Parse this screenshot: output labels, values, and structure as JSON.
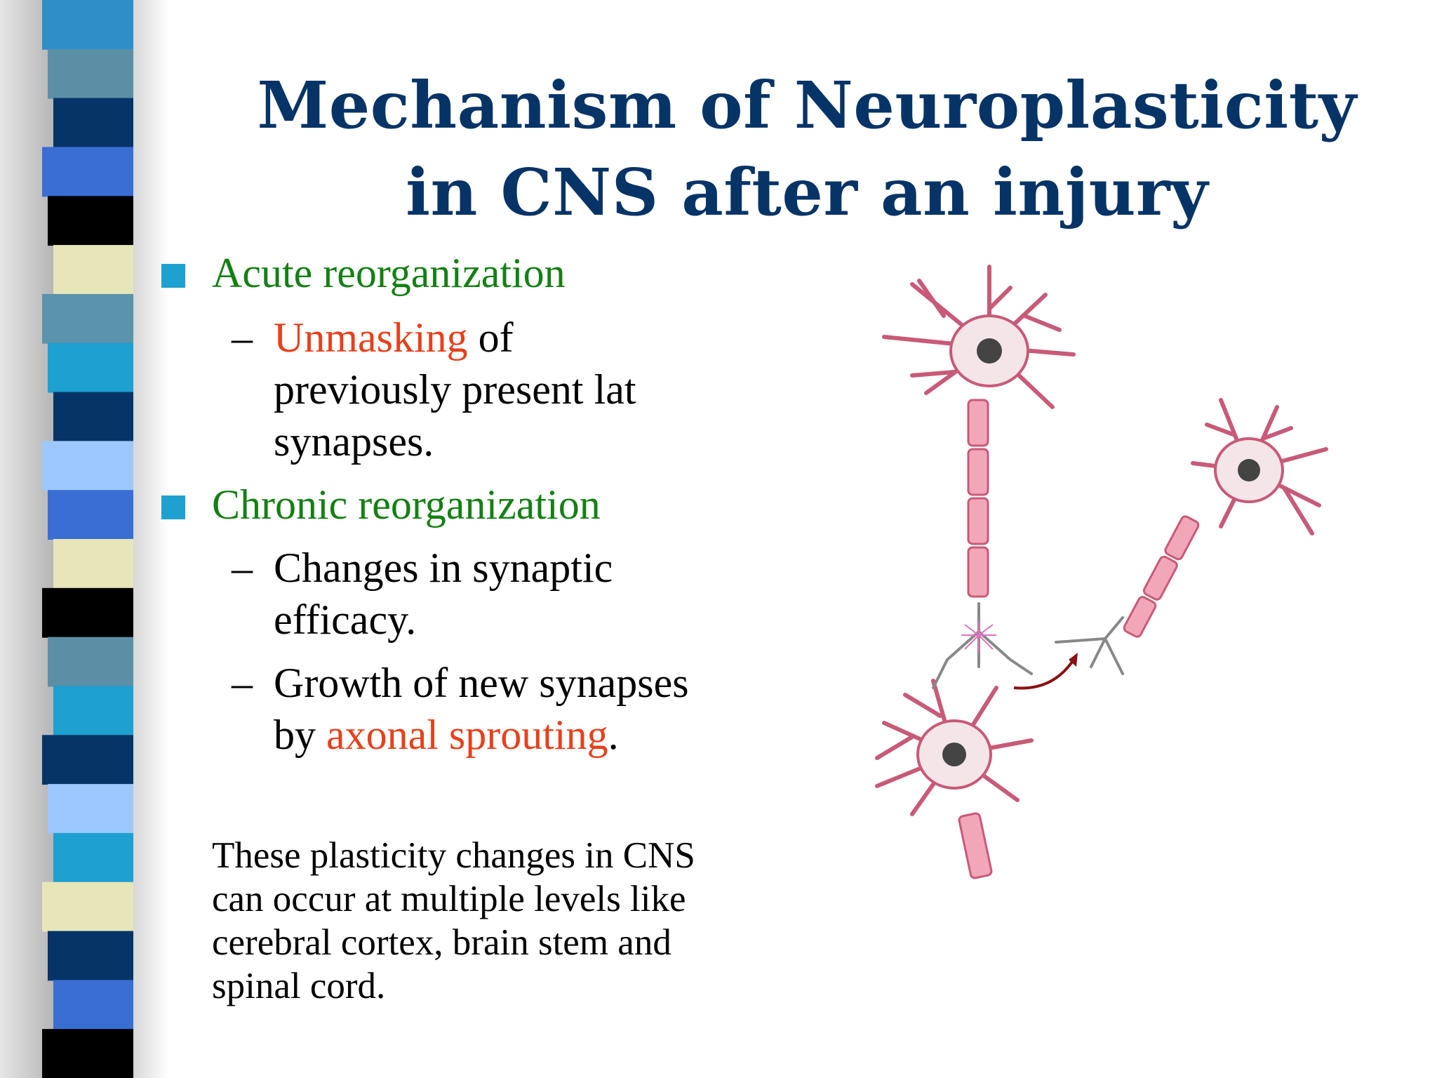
{
  "title": {
    "line1": "Mechanism of Neuroplasticity",
    "line2": "in CNS after an injury"
  },
  "bullets": [
    {
      "label": "Acute reorganization",
      "subs": [
        {
          "dash": "–",
          "red": "Unmasking",
          "rest": " of",
          "line2": "previously present lat",
          "line3": "synapses."
        }
      ]
    },
    {
      "label": "Chronic reorganization",
      "subs": [
        {
          "dash": "–",
          "line1": "Changes in synaptic",
          "line2": "efficacy."
        },
        {
          "dash": "–",
          "line1": "Growth of new synapses",
          "prefix": "by ",
          "red": "axonal sprouting",
          "suffix": "."
        }
      ]
    }
  ],
  "notes": [
    "These plasticity changes in CNS",
    "can occur at multiple levels like",
    "cerebral cortex, brain stem and",
    "spinal cord."
  ],
  "colors": {
    "title": "#073467",
    "bullet_label": "#138013",
    "highlight": "#e8401b",
    "bullet_marker": "#1ea0d0",
    "neuron_fill": "#f2a7b8",
    "neuron_stroke": "#c85a78",
    "arrow": "#8b1010"
  },
  "illustration": {
    "icon": "neuron-illustration-icon"
  }
}
